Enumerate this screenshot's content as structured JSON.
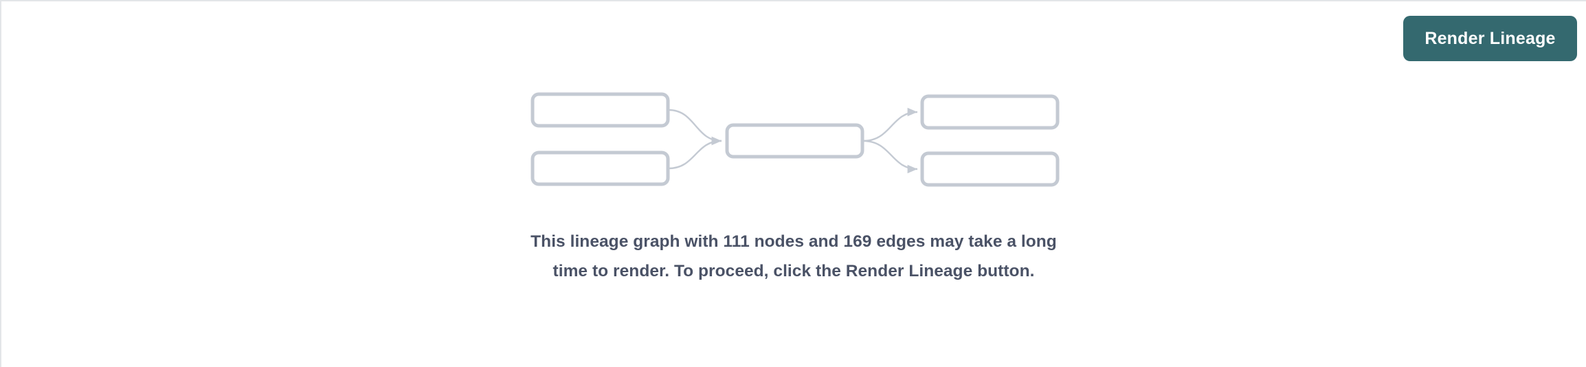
{
  "theme": {
    "page_background": "#ffffff",
    "border_color": "#e3e5e8",
    "button_color": "#34696f",
    "button_text_color": "#ffffff",
    "node_stroke_color": "#c4cad3",
    "edge_color": "#c4cad3",
    "message_text_color": "#4a5266"
  },
  "toolbar": {
    "render_lineage_label": "Render Lineage"
  },
  "lineage_preview": {
    "node_count_shown": 5,
    "nodes": [
      {
        "id": "upstream-1",
        "label": "",
        "column": "left",
        "row": "top"
      },
      {
        "id": "upstream-2",
        "label": "",
        "column": "left",
        "row": "bottom"
      },
      {
        "id": "focus",
        "label": "",
        "column": "center",
        "row": "middle"
      },
      {
        "id": "downstream-1",
        "label": "",
        "column": "right",
        "row": "top"
      },
      {
        "id": "downstream-2",
        "label": "",
        "column": "right",
        "row": "bottom"
      }
    ],
    "edges": [
      {
        "from": "upstream-1",
        "to": "focus"
      },
      {
        "from": "upstream-2",
        "to": "focus"
      },
      {
        "from": "focus",
        "to": "downstream-1"
      },
      {
        "from": "focus",
        "to": "downstream-2"
      }
    ]
  },
  "message": {
    "node_count": "111",
    "edge_count": "169",
    "text": "This lineage graph with 111 nodes and 169 edges may take a long time to render. To proceed, click the Render Lineage button."
  }
}
